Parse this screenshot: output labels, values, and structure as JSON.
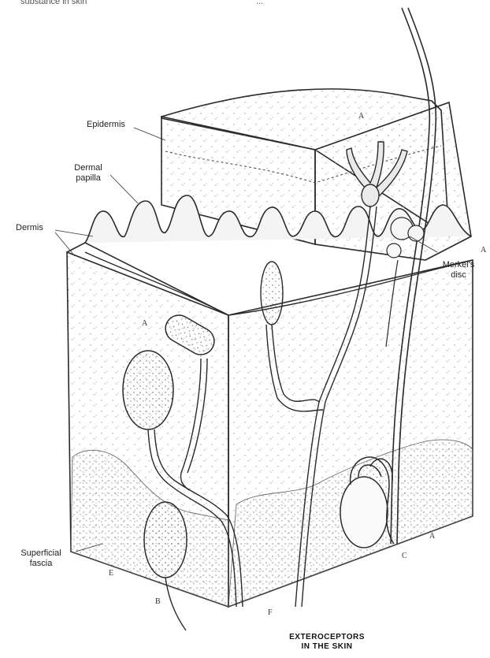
{
  "header": {
    "top_left": "substance in skin",
    "top_mid": "..."
  },
  "labels": {
    "epidermis": "Epidermis",
    "dermal_papilla_1": "Dermal",
    "dermal_papilla_2": "papilla",
    "dermis": "Dermis",
    "merkel_1": "Merkel's",
    "merkel_2": "disc",
    "superficial_fascia_1": "Superficial",
    "superficial_fascia_2": "fascia"
  },
  "tags": {
    "a_top": "A",
    "a_right": "A",
    "a_left": "A",
    "b": "B",
    "e": "E",
    "c": "C",
    "a_bottom": "A",
    "f": "F"
  },
  "caption": {
    "line1": "EXTEROCEPTORS",
    "line2": "IN THE SKIN"
  },
  "colors": {
    "ink": "#2a2a2a",
    "paper": "#ffffff",
    "stipple": "#9a9a9a"
  }
}
